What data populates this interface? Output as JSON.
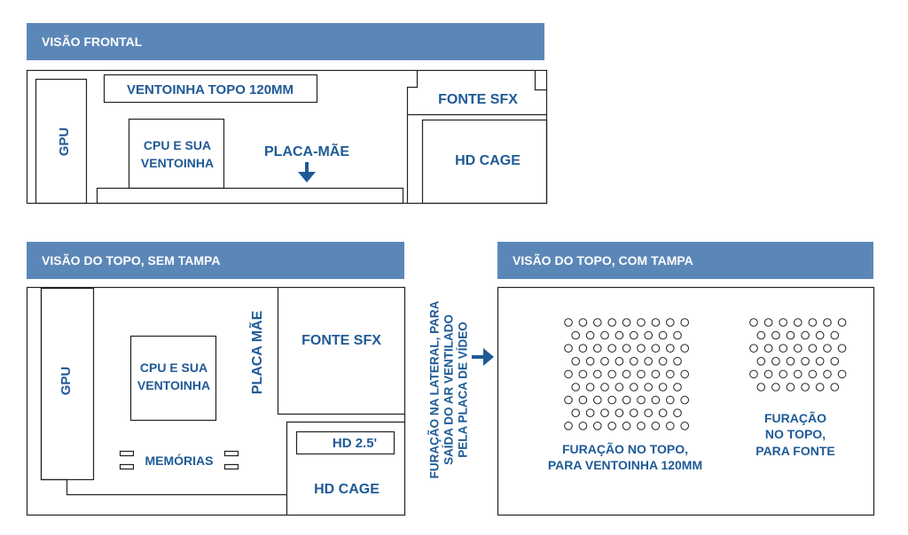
{
  "front_view": {
    "header": "VISÃO FRONTAL",
    "gpu": "GPU",
    "top_fan": "VENTOINHA TOPO 120MM",
    "cpu_line1": "CPU E SUA",
    "cpu_line2": "VENTOINHA",
    "motherboard": "PLACA-MÃE",
    "psu": "FONTE SFX",
    "hd_cage": "HD CAGE"
  },
  "top_view_open": {
    "header": "VISÃO DO TOPO, SEM TAMPA",
    "gpu": "GPU",
    "cpu_line1": "CPU E SUA",
    "cpu_line2": "VENTOINHA",
    "motherboard": "PLACA MÃE",
    "memory": "MEMÓRIAS",
    "psu": "FONTE SFX",
    "hd_25": "HD 2.5'",
    "hd_cage": "HD CAGE"
  },
  "side_vent_note": {
    "line1": "FURAÇÃO NA LATERAL, PARA",
    "line2": "SAÍDA DO AR VENTILADO",
    "line3": "PELA PLACA DE VÍDEO"
  },
  "top_view_closed": {
    "header": "VISÃO DO TOPO, COM TAMPA",
    "fan_holes_line1": "FURAÇÃO NO TOPO,",
    "fan_holes_line2": "PARA VENTOINHA 120MM",
    "psu_holes_line1": "FURAÇÃO",
    "psu_holes_line2": "NO TOPO,",
    "psu_holes_line3": "PARA FONTE"
  },
  "colors": {
    "header_bg": "#5b87b8",
    "label_text": "#1e5a96",
    "outline": "#222222"
  },
  "icons": {
    "down_arrow": "arrow-down-icon",
    "right_arrow": "arrow-right-icon"
  }
}
